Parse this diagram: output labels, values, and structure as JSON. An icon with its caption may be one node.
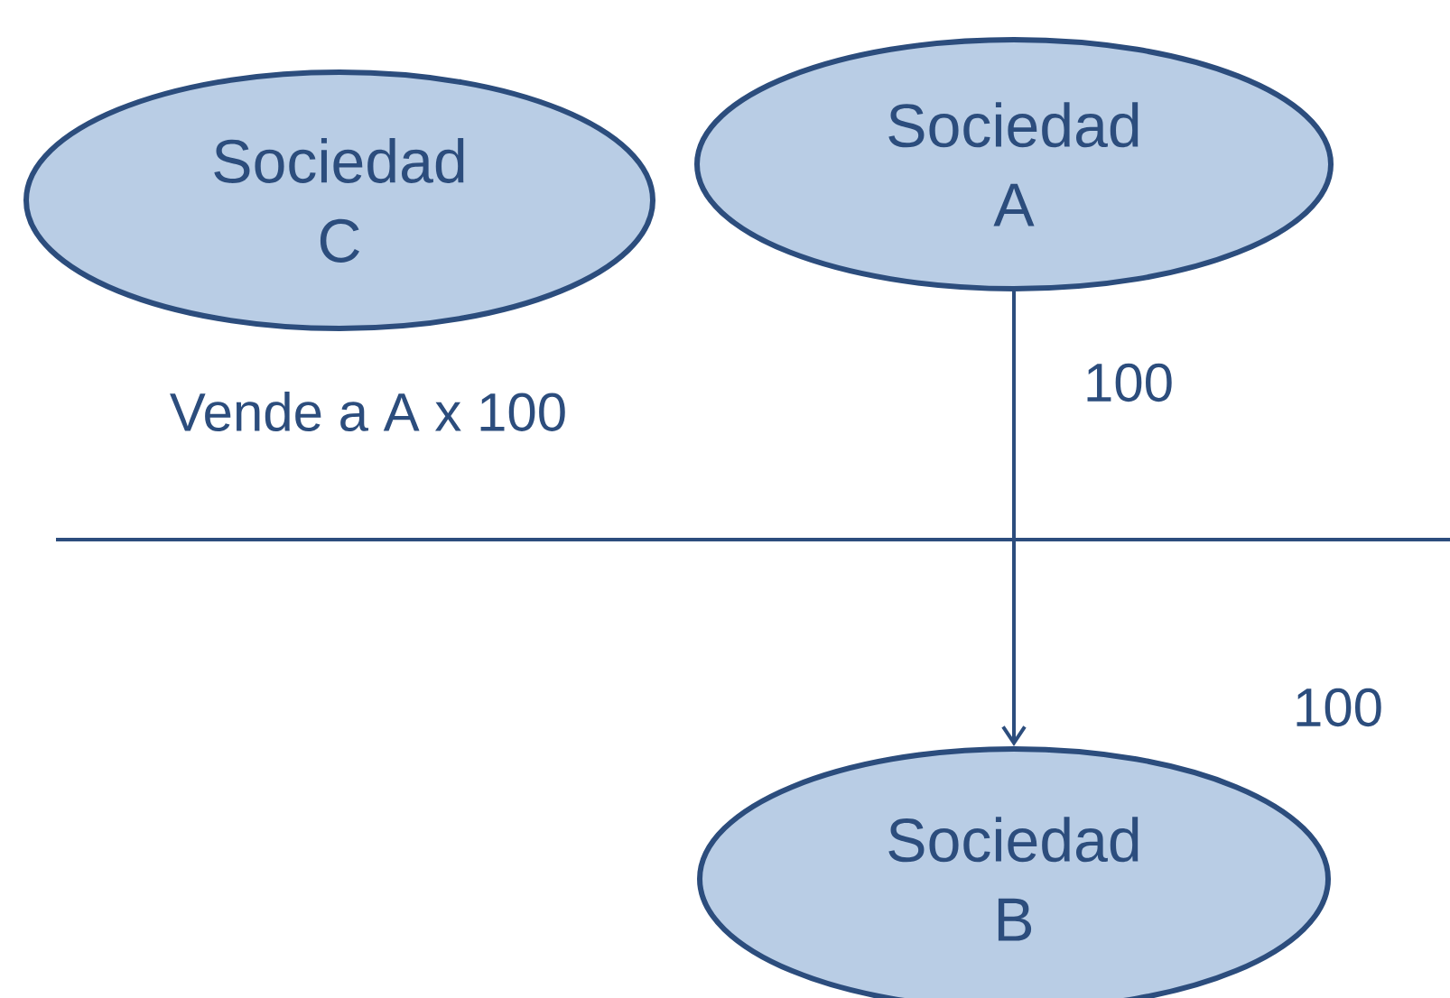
{
  "diagram": {
    "nodes": [
      {
        "text": [
          "Sociedad C"
        ]
      },
      {
        "text": [
          "Sociedad A"
        ]
      },
      {
        "text": [
          "Sociedad B"
        ]
      }
    ],
    "edges": [
      {
        "from": 1,
        "to": 2,
        "arrow": "to",
        "label": "100"
      }
    ],
    "labels": [
      "Vende a A x 100",
      "100"
    ]
  }
}
